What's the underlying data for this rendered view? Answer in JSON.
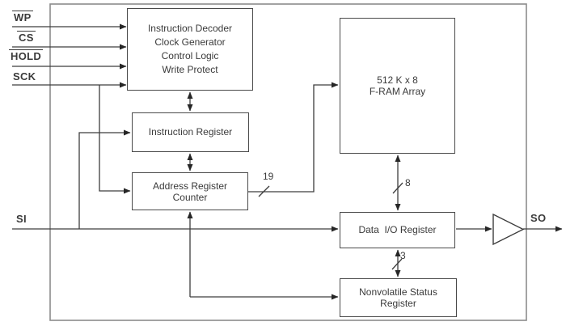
{
  "signals": {
    "wp": "WP",
    "cs": "CS",
    "hold": "HOLD",
    "sck": "SCK",
    "si": "SI",
    "so": "SO"
  },
  "blocks": {
    "instruction_decoder": {
      "line1": "Instruction Decoder",
      "line2": "Clock Generator",
      "line3": "Control Logic",
      "line4": "Write Protect"
    },
    "instruction_register": {
      "line1": "Instruction Register"
    },
    "address_register_counter": {
      "line1": "Address Register",
      "line2": "Counter"
    },
    "fram_array": {
      "line1": "512 K x 8",
      "line2": "F-RAM Array"
    },
    "data_io_register": {
      "line1": "Data  I/O Register"
    },
    "nonvolatile_status_register": {
      "line1": "Nonvolatile Status",
      "line2": "Register"
    }
  },
  "bus_widths": {
    "address_bus": "19",
    "data_bus": "8",
    "status_bus": "3"
  },
  "colors": {
    "wire": "#3d3d3d",
    "box_border": "#4a4a4a",
    "outer_border": "#8c8c8c",
    "background": "#ffffff",
    "text": "#3a3a3a"
  }
}
